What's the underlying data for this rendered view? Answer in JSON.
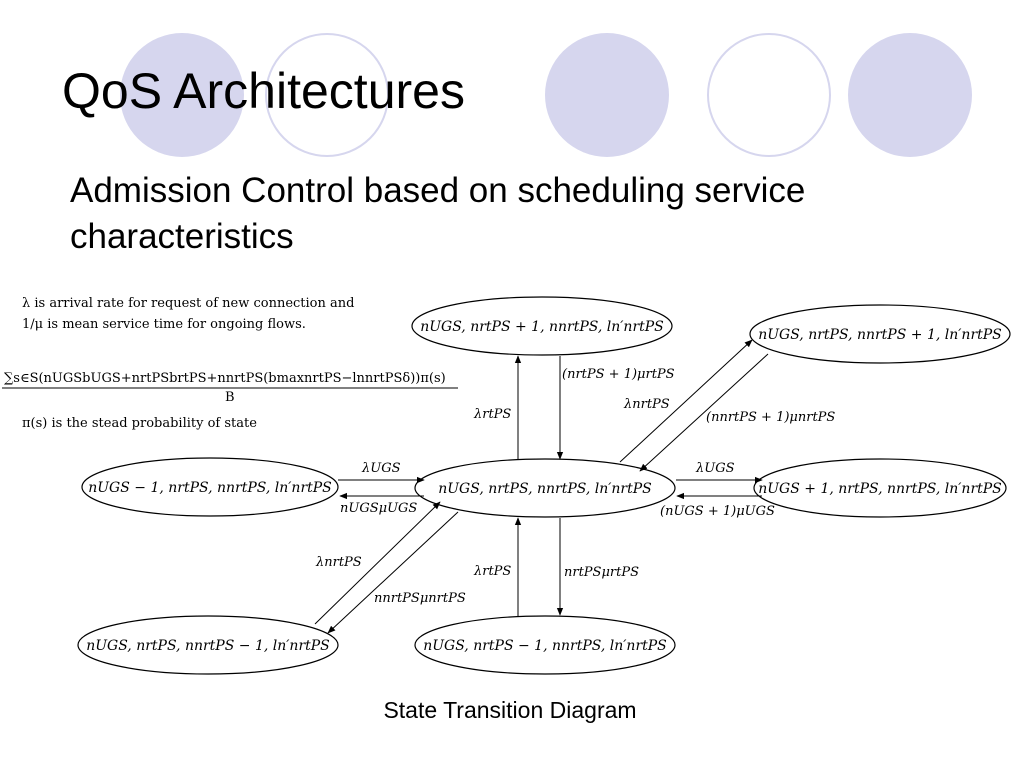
{
  "slide": {
    "title": "QoS Architectures",
    "subtitle": "Admission Control based on scheduling service characteristics",
    "caption": "State Transition Diagram",
    "accent_color": "#d6d6ee"
  },
  "notes": {
    "line1": "λ is arrival rate for request of new connection and",
    "line2": "1/μ is mean service time for ongoing flows.",
    "formula_numerator": "∑s∈S(nUGSbUGS+nrtPSbrtPS+nnrtPS(bmaxnrtPS−lnnrtPSδ))π(s)",
    "formula_denominator": "B",
    "line3": "π(s)  is  the  stead  probability  of  state"
  },
  "diagram": {
    "states": {
      "center": "nUGS, nrtPS, nnrtPS, ln′nrtPS",
      "top": "nUGS, nrtPS + 1, nnrtPS, ln′nrtPS",
      "bottom": "nUGS, nrtPS − 1, nnrtPS, ln′nrtPS",
      "left": "nUGS − 1, nrtPS, nnrtPS, ln′nrtPS",
      "right": "nUGS + 1, nrtPS, nnrtPS, ln′nrtPS",
      "top_right": "nUGS, nrtPS, nnrtPS + 1, ln′nrtPS",
      "bottom_left": "nUGS, nrtPS, nnrtPS − 1, ln′nrtPS"
    },
    "transitions": {
      "lambda_ugs_left": "λUGS",
      "mu_ugs_left": "nUGSμUGS",
      "lambda_ugs_right": "λUGS",
      "mu_ugs_right": "(nUGS + 1)μUGS",
      "lambda_rtps_up": "λrtPS",
      "mu_rtps_up": "(nrtPS + 1)μrtPS",
      "lambda_rtps_down": "λrtPS",
      "mu_rtps_down": "nrtPSμrtPS",
      "lambda_nrtps_up": "λnrtPS",
      "mu_nrtps_up": "(nnrtPS + 1)μnrtPS",
      "lambda_nrtps_down": "λnrtPS",
      "mu_nrtps_down": "nnrtPSμnrtPS"
    }
  }
}
